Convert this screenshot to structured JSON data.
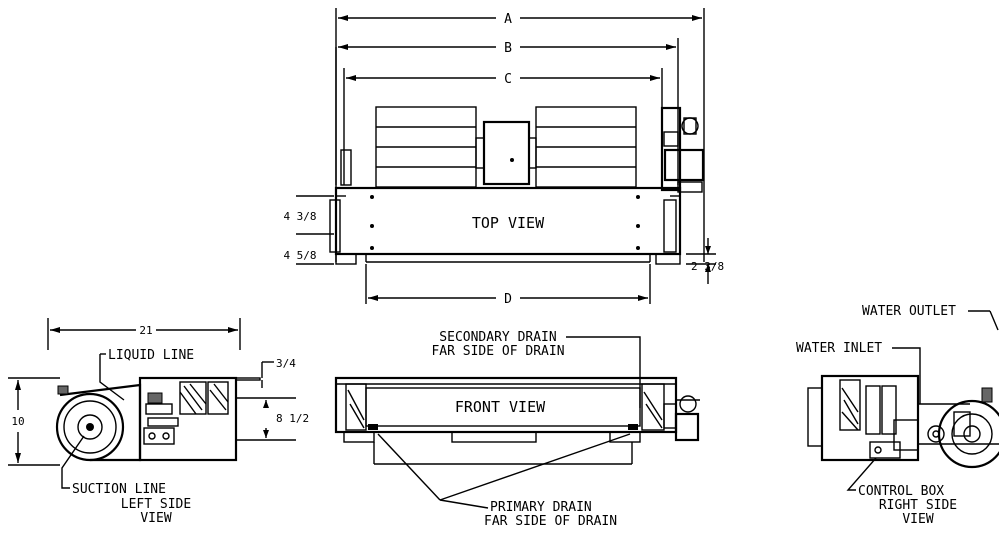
{
  "dimensions": {
    "a": "A",
    "b": "B",
    "c": "C",
    "d": "D",
    "top_upper": "4 3/8",
    "top_lower": "4 5/8",
    "top_right": "2 3/8",
    "left_width": "21",
    "left_height": "10",
    "left_inner": "8 1/2",
    "left_top": "3/4"
  },
  "views": {
    "top": "TOP VIEW",
    "front": "FRONT VIEW",
    "left_line1": "LEFT SIDE",
    "left_line2": "VIEW",
    "right_line1": "RIGHT SIDE",
    "right_line2": "VIEW"
  },
  "callouts": {
    "liquid_line": "LIQUID LINE",
    "suction_line": "SUCTION LINE",
    "secondary_drain_1": "SECONDARY DRAIN",
    "secondary_drain_2": "FAR SIDE OF DRAIN",
    "primary_drain_1": "PRIMARY DRAIN",
    "primary_drain_2": "FAR SIDE OF DRAIN",
    "water_outlet": "WATER OUTLET",
    "water_inlet": "WATER INLET",
    "control_box": "CONTROL BOX"
  }
}
